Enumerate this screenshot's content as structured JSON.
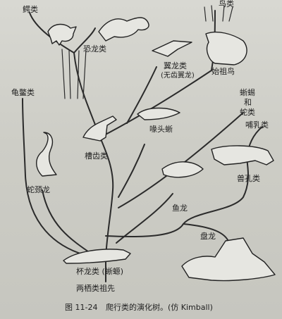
{
  "labels": {
    "crocodiles": "鳄类",
    "birds": "鸟类",
    "dinosaurs": "恐龙类",
    "pterosaur": "翼龙类",
    "pterosaur_note": "(无齿翼龙)",
    "archaeopteryx": "始祖鸟",
    "turtles": "龟鳖类",
    "lizards_snakes_l1": "蜥蜴",
    "lizards_snakes_l2": "和",
    "lizards_snakes_l3": "蛇类",
    "mammals": "哺乳类",
    "rhynchocephalians": "喙头蜥",
    "thecodonts": "槽齿类",
    "plesiosaurs": "蛇颈龙",
    "synapsids": "兽孔类",
    "ichthyosaurs": "鱼龙",
    "pelycosaurs": "盘龙",
    "cotylosaurs": "杯龙类 (蜥螈)",
    "amphibian_ancestor": "两栖类祖先"
  },
  "caption": {
    "figure_no": "图 11-24",
    "title": "爬行类的演化树。(仿 Kimball)"
  },
  "colors": {
    "ink": "#2a2a2a",
    "paper": "#d2d2cc"
  }
}
